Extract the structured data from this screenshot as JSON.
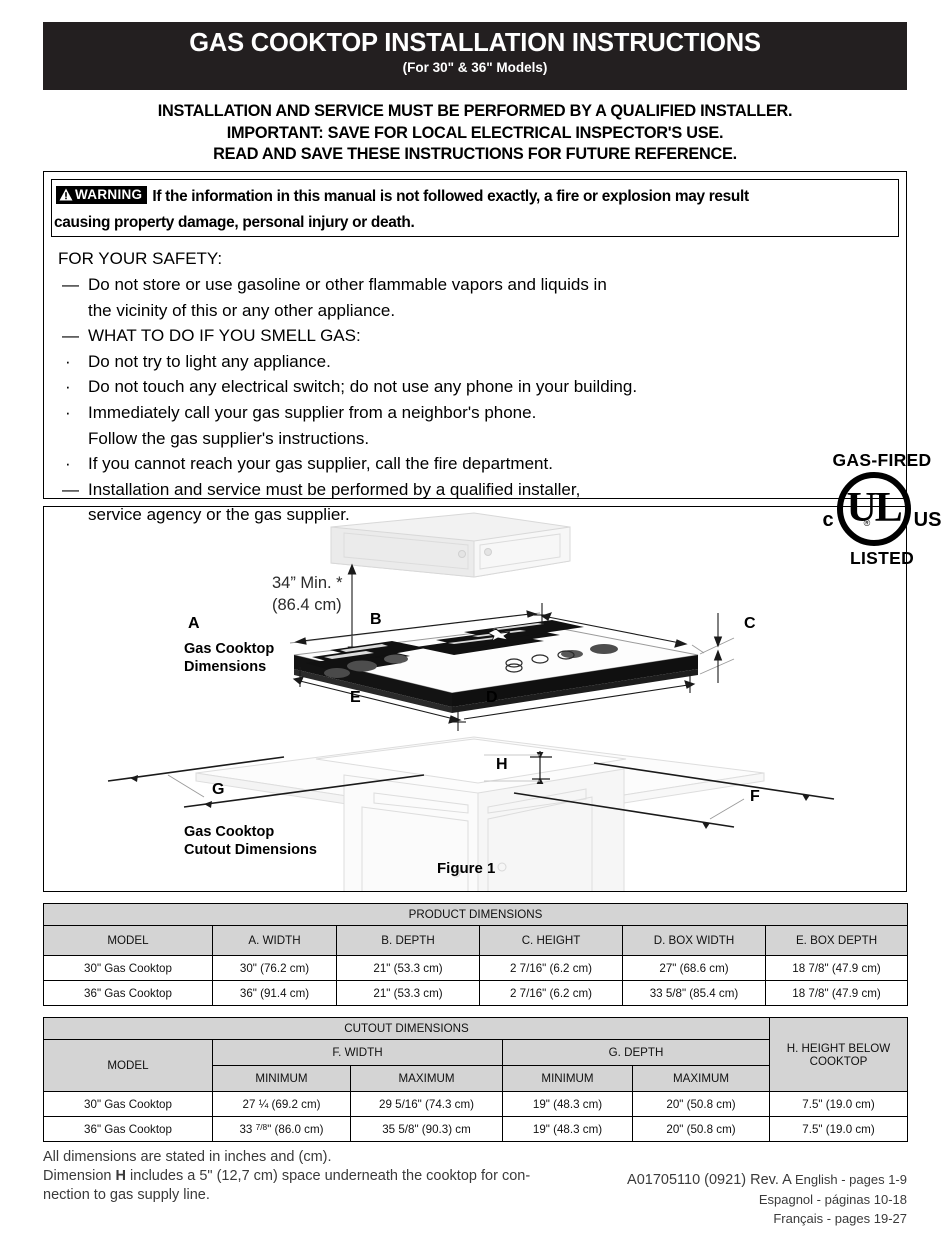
{
  "document": {
    "title_main": "GAS COOKTOP INSTALLATION INSTRUCTIONS",
    "title_sub": "(For 30\" & 36\" Models)",
    "notice_lines": [
      "INSTALLATION AND SERVICE MUST BE PERFORMED BY A QUALIFIED INSTALLER.",
      "IMPORTANT: SAVE FOR LOCAL ELECTRICAL INSPECTOR'S USE.",
      "READ AND SAVE THESE INSTRUCTIONS FOR FUTURE REFERENCE."
    ]
  },
  "warning": {
    "badge_label": "WARNING",
    "line1": "If the information in this manual is not followed exactly, a fire or explosion may result",
    "line2": "causing property damage, personal injury or death."
  },
  "safety": {
    "heading": "FOR YOUR SAFETY:",
    "items": [
      {
        "mark": "—",
        "text": "Do not store or use gasoline or other flammable vapors and liquids in",
        "cont": "the vicinity of this or any other appliance."
      },
      {
        "mark": "—",
        "text": "WHAT TO DO IF YOU SMELL GAS:",
        "cont": ""
      },
      {
        "mark": "·",
        "text": "Do not try to light any appliance.",
        "cont": ""
      },
      {
        "mark": "·",
        "text": "Do not touch any electrical switch; do not use any phone in your building.",
        "cont": ""
      },
      {
        "mark": "·",
        "text": "Immediately call your gas supplier from a neighbor's phone.",
        "cont": "Follow the gas supplier's instructions."
      },
      {
        "mark": "·",
        "text": "If you cannot reach your gas supplier, call the fire department.",
        "cont": ""
      },
      {
        "mark": "—",
        "text": "Installation and service must be performed by a qualified installer,",
        "cont": "service agency or the gas supplier."
      }
    ]
  },
  "ul_mark": {
    "top": "GAS-FIRED",
    "left": "c",
    "letters": "UL",
    "registered": "®",
    "right": "US",
    "bottom": "LISTED"
  },
  "figure": {
    "caption": "Figure 1",
    "cooktop_label_line1": "Gas Cooktop",
    "cooktop_label_line2": "Dimensions",
    "cutout_label_line1": "Gas Cooktop",
    "cutout_label_line2": "Cutout Dimensions",
    "height_line1": "34” Min. *",
    "height_line2": "(86.4 cm)",
    "dim_letters": [
      "A",
      "B",
      "C",
      "D",
      "E",
      "F",
      "G",
      "H"
    ]
  },
  "product_table": {
    "title": "PRODUCT DIMENSIONS",
    "headers": [
      "MODEL",
      "A. WIDTH",
      "B. DEPTH",
      "C. HEIGHT",
      "D. BOX WIDTH",
      "E. BOX DEPTH"
    ],
    "rows": [
      [
        "30\" Gas Cooktop",
        "30\" (76.2 cm)",
        "21\" (53.3 cm)",
        "2 7/16\" (6.2 cm)",
        "27\" (68.6 cm)",
        "18 7/8\" (47.9 cm)"
      ],
      [
        "36\" Gas Cooktop",
        "36\" (91.4 cm)",
        "21\" (53.3 cm)",
        "2 7/16\" (6.2 cm)",
        "33 5/8\" (85.4 cm)",
        "18 7/8\" (47.9 cm)"
      ]
    ]
  },
  "cutout_table": {
    "title": "CUTOUT DIMENSIONS",
    "group_width": "F. WIDTH",
    "group_depth": "G. DEPTH",
    "header_model": "MODEL",
    "header_height_below_line1": "H. HEIGHT BELOW",
    "header_height_below_line2": "COOKTOP",
    "sub_headers": [
      "MINIMUM",
      "MAXIMUM",
      "MINIMUM",
      "MAXIMUM"
    ],
    "rows": [
      {
        "model": "30\" Gas Cooktop",
        "f_min": "27 ¼ (69.2 cm)",
        "f_max": "29 5/16\" (74.3 cm)",
        "g_min": "19\" (48.3 cm)",
        "g_max": "20\" (50.8 cm)",
        "h": "7.5\" (19.0 cm)"
      },
      {
        "model": "36\" Gas Cooktop",
        "f_min_prefix": "33 ",
        "f_min_frac": "7/8",
        "f_min_suffix": "\" (86.0 cm)",
        "f_max": "35 5/8\" (90.3) cm",
        "g_min": "19\" (48.3 cm)",
        "g_max": "20\" (50.8 cm)",
        "h": "7.5\" (19.0 cm)"
      }
    ]
  },
  "footer": {
    "left_line1": "All dimensions are stated in inches and (cm).",
    "left_line2_a": "Dimension ",
    "left_line2_b": "H",
    "left_line2_c": " includes a 5\" (12,7 cm) space underneath the cooktop for con-",
    "left_line3": "nection to gas supply line.",
    "right_line1_code": "A01705110 (0921) Rev. A",
    "right_line1_lang": "English - pages 1-9",
    "right_line2": "Espagnol - páginas 10-18",
    "right_line3": "Français - pages 19-27"
  }
}
